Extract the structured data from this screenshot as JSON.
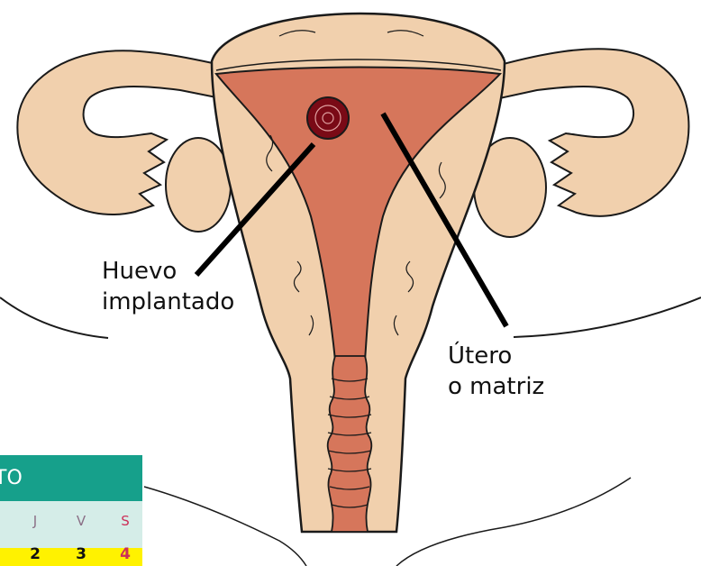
{
  "labels": {
    "egg_line1": "Huevo",
    "egg_line2": "implantado",
    "uterus_line1": "Útero",
    "uterus_line2": "o matriz"
  },
  "calendar": {
    "header_partial": "TO",
    "weekdays": [
      "J",
      "V",
      "S"
    ],
    "days": [
      "2",
      "3",
      "4"
    ]
  },
  "colors": {
    "tissue": "#f1d0ad",
    "cavity": "#d6765b",
    "egg": "#7a0a16",
    "outline": "#1a1a1a",
    "calendar_header": "#16a08b",
    "calendar_body": "#d5ede8",
    "highlight": "#fff200"
  }
}
